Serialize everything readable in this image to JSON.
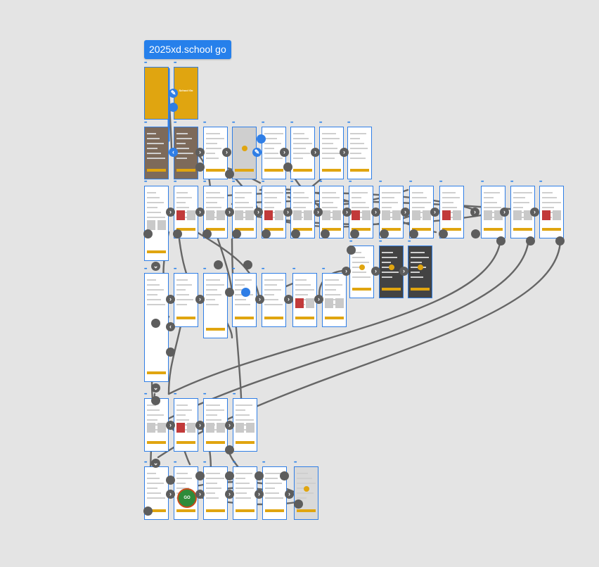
{
  "flow": {
    "name": "2025xd.school go"
  },
  "artboard_label": "•••",
  "splash": {
    "logo_text": "School Go"
  },
  "badge": {
    "text": "GO"
  },
  "colors": {
    "accent": "#2680eb",
    "brand_yellow": "#e0a510",
    "wire": "#666666",
    "canvas": "#e4e4e4"
  },
  "icons": {
    "connector": "chevron-right-icon",
    "edit": "pencil-icon",
    "down": "chevron-down-icon"
  },
  "node_glyphs": {
    "right": "›",
    "left": "‹",
    "down": "⌄",
    "edit": "✎"
  }
}
